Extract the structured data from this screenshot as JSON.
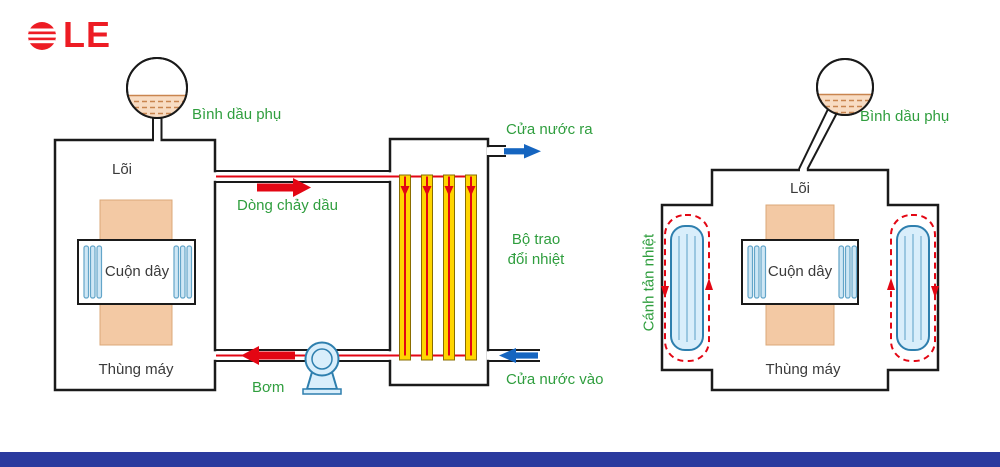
{
  "logo": {
    "text": "LE",
    "color": "#ed1c24",
    "icon": "striped-globe-icon"
  },
  "footer": {
    "color": "#2a3a9e"
  },
  "colors": {
    "label_green": "#2f9e3e",
    "label_dark": "#3a3a3a",
    "outline_black": "#1a1a1a",
    "core_peach": "#f3c9a4",
    "oil_peach": "#f8dcc3",
    "winding_blue": "#cfe7f5",
    "tube_yellow": "#ffd500",
    "flow_red": "#e30613",
    "water_blue": "#1565c0",
    "pump_blue": "#d9eefb"
  },
  "left_diagram": {
    "expansion_tank_label": "Bình dầu phụ",
    "core_label": "Lõi",
    "winding_label": "Cuộn dây",
    "tank_label": "Thùng máy",
    "oil_flow_label": "Dòng chảy dầu",
    "pump_label": "Bơm",
    "heat_exchanger_label": "Bộ trao đổi nhiệt",
    "water_out_label": "Cửa nước ra",
    "water_in_label": "Cửa nước vào"
  },
  "right_diagram": {
    "expansion_tank_label": "Bình dầu phụ",
    "core_label": "Lõi",
    "winding_label": "Cuộn dây",
    "tank_label": "Thùng máy",
    "radiator_label": "Cánh tản nhiệt"
  }
}
